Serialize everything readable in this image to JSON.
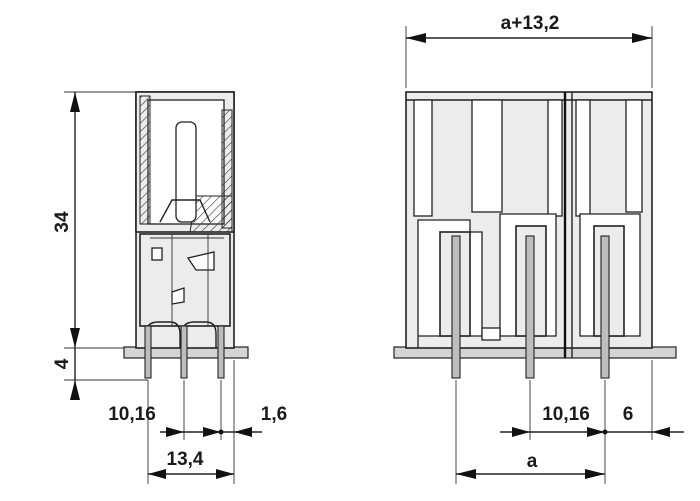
{
  "side_view": {
    "dim_height": "34",
    "dim_pin_length": "4",
    "dim_pitch": "10,16",
    "dim_offset": "1,6",
    "dim_width": "13,4"
  },
  "front_view": {
    "dim_total_width": "a+13,2",
    "dim_pitch": "10,16",
    "dim_edge": "6",
    "dim_a": "a"
  }
}
